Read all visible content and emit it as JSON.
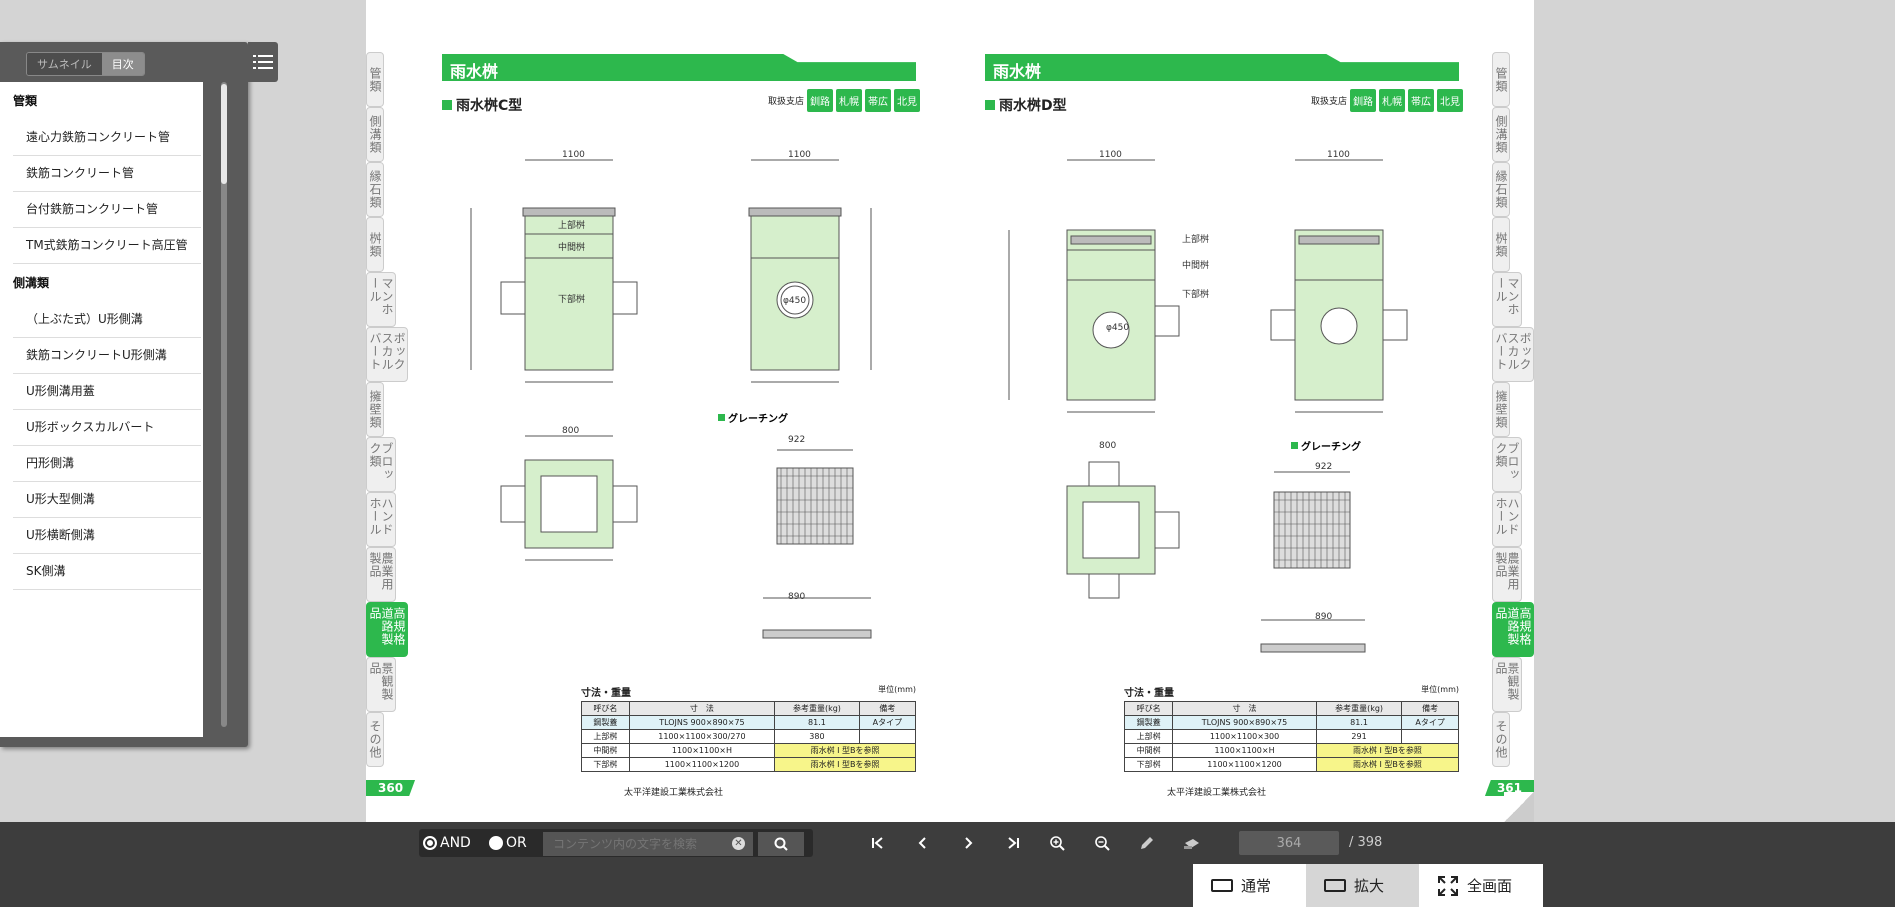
{
  "side_panel": {
    "toggle_thumbnail": "サムネイル",
    "toggle_toc": "目次",
    "toc": [
      {
        "type": "cat",
        "label": "管類"
      },
      {
        "type": "item",
        "label": "遠心力鉄筋コンクリート管"
      },
      {
        "type": "item",
        "label": "鉄筋コンクリート管"
      },
      {
        "type": "item",
        "label": "台付鉄筋コンクリート管"
      },
      {
        "type": "item",
        "label": "TM式鉄筋コンクリート高圧管"
      },
      {
        "type": "cat",
        "label": "側溝類"
      },
      {
        "type": "item",
        "label": "（上ぶた式）U形側溝"
      },
      {
        "type": "item",
        "label": "鉄筋コンクリートU形側溝"
      },
      {
        "type": "item",
        "label": "U形側溝用蓋"
      },
      {
        "type": "item",
        "label": "U形ボックスカルバート"
      },
      {
        "type": "item",
        "label": "円形側溝"
      },
      {
        "type": "item",
        "label": "U形大型側溝"
      },
      {
        "type": "item",
        "label": "U形横断側溝"
      },
      {
        "type": "item",
        "label": "SK側溝"
      }
    ]
  },
  "tabs": [
    "管類",
    "側溝類",
    "縁石類",
    "桝類",
    "マンホール",
    "ボックスカルバート",
    "擁壁類",
    "ブロック類",
    "ハンドホール",
    "農業用製品",
    "高規格道路製品",
    "景観製品",
    "その他"
  ],
  "active_tab": "高規格道路製品",
  "left_page": {
    "header": "雨水桝",
    "subtitle": "雨水桝C型",
    "branches_label": "取扱支店",
    "branches": [
      "釧路",
      "札幌",
      "帯広",
      "北見"
    ],
    "grating_label": "グレーチング",
    "labels": {
      "upper": "上部桝",
      "middle": "中間桝",
      "lower": "下部桝",
      "d1": "1100",
      "d2": "800",
      "d3": "922",
      "d4": "890",
      "pipe": "φ450"
    },
    "spec": {
      "title": "寸法・重量",
      "unit": "単位(mm)",
      "headers": [
        "呼び名",
        "寸　法",
        "参考重量(kg)",
        "備考"
      ],
      "rows": [
        [
          "鋼製蓋",
          "TLOJNS 900×890×75",
          "81.1",
          "Aタイプ"
        ],
        [
          "上部桝",
          "1100×1100×300/270",
          "380",
          ""
        ],
        [
          "中間桝",
          "1100×1100×H",
          "雨水桝 I 型Bを参照",
          ""
        ],
        [
          "下部桝",
          "1100×1100×1200",
          "雨水桝 I 型Bを参照",
          ""
        ]
      ]
    },
    "page_number": "360",
    "publisher": "太平洋建設工業株式会社"
  },
  "right_page": {
    "header": "雨水桝",
    "subtitle": "雨水桝D型",
    "branches_label": "取扱支店",
    "branches": [
      "釧路",
      "札幌",
      "帯広",
      "北見"
    ],
    "grating_label": "グレーチング",
    "labels": {
      "upper": "上部桝",
      "middle": "中間桝",
      "lower": "下部桝",
      "d1": "1100",
      "d2": "800",
      "d3": "922",
      "d4": "890",
      "pipe": "φ450"
    },
    "spec": {
      "title": "寸法・重量",
      "unit": "単位(mm)",
      "headers": [
        "呼び名",
        "寸　法",
        "参考重量(kg)",
        "備考"
      ],
      "rows": [
        [
          "鋼製蓋",
          "TLOJNS 900×890×75",
          "81.1",
          "Aタイプ"
        ],
        [
          "上部桝",
          "1100×1100×300",
          "291",
          ""
        ],
        [
          "中間桝",
          "1100×1100×H",
          "雨水桝 I 型Bを参照",
          ""
        ],
        [
          "下部桝",
          "1100×1100×1200",
          "雨水桝 I 型Bを参照",
          ""
        ]
      ]
    },
    "page_number": "361",
    "publisher": "太平洋建設工業株式会社"
  },
  "toolbar": {
    "and_label": "AND",
    "or_label": "OR",
    "search_placeholder": "コンテンツ内の文字を検索",
    "current_page": "364",
    "total_pages": "/ 398"
  },
  "view_modes": {
    "normal": "通常",
    "zoom": "拡大",
    "fullscreen": "全画面"
  }
}
